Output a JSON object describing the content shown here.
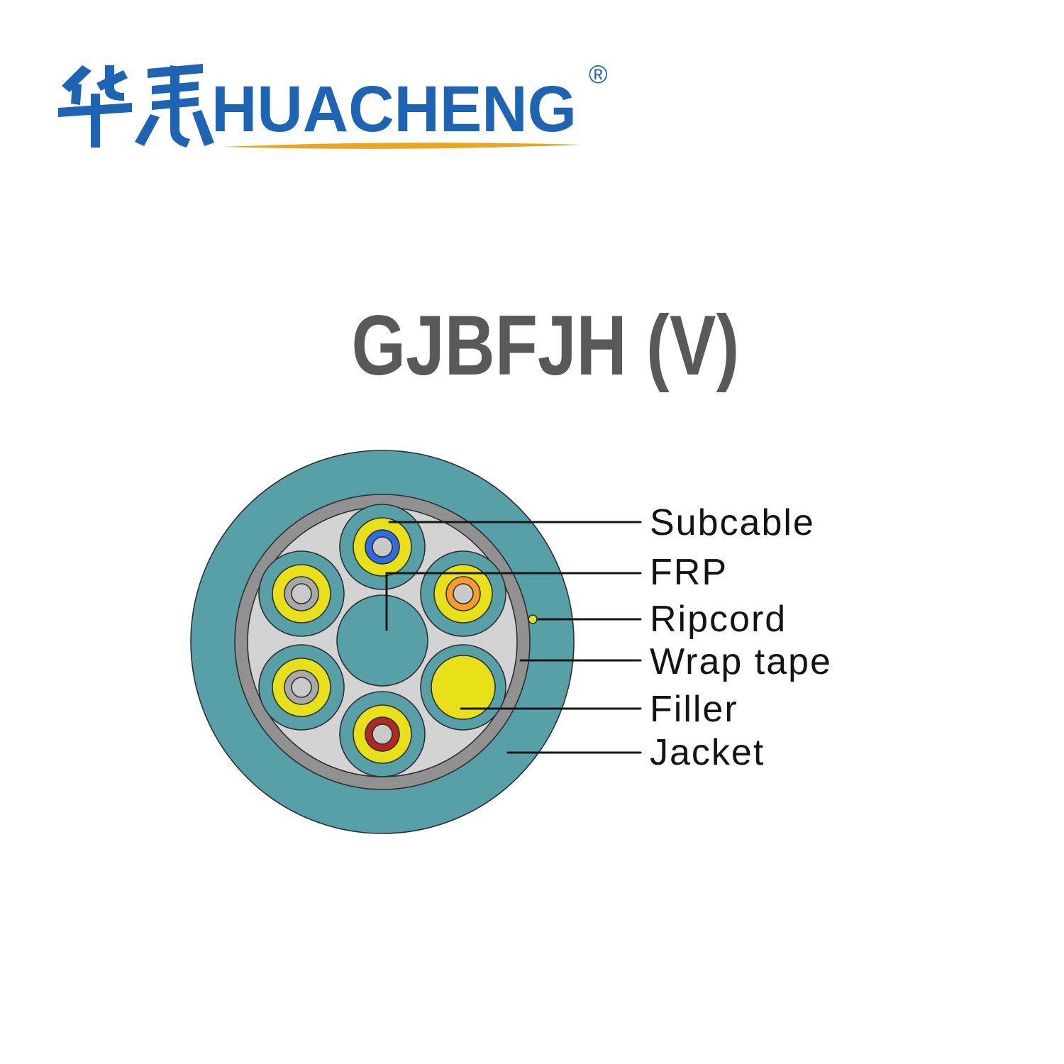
{
  "logo": {
    "cjk": "华承",
    "latin": "HUACHENG",
    "registered": "®"
  },
  "title": "GJBFJH (V)",
  "diagram": {
    "labels": [
      {
        "text": "Subcable"
      },
      {
        "text": "FRP"
      },
      {
        "text": "Ripcord"
      },
      {
        "text": "Wrap tape"
      },
      {
        "text": "Filler"
      },
      {
        "text": "Jacket"
      }
    ],
    "subcables": [
      {
        "position": "top",
        "tube_color": "#2e6ce6"
      },
      {
        "position": "top-right",
        "tube_color": "#f59c2b"
      },
      {
        "position": "top-left",
        "tube_color": "#a9a9a9"
      },
      {
        "position": "bottom-left",
        "tube_color": "#a9a9a9"
      },
      {
        "position": "bottom",
        "tube_color": "#b02a25"
      },
      {
        "position": "bottom-right",
        "tube_color": "#e8e019"
      }
    ],
    "colors": {
      "teal": "#58a0a8",
      "jacket": "#58a0a8",
      "wrap_tape": "#919191",
      "interstice": "#d3d3d3",
      "yellow": "#e8e019",
      "center_gray": "#c9c9c9",
      "ripcord": "#e8e019",
      "leader_line": "#161616",
      "brand_blue": "#1d64b4",
      "gold": "#e9a71f",
      "title_gray": "#58595b"
    }
  }
}
